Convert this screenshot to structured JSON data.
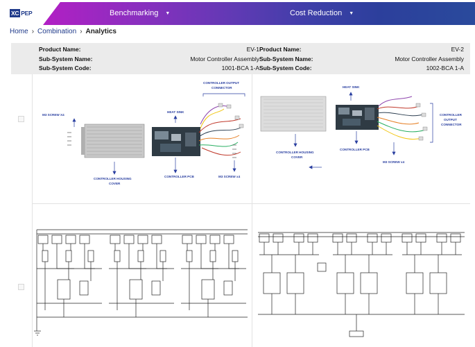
{
  "app": {
    "logo_text_a": "XC",
    "logo_text_b": "PEP",
    "nav": [
      {
        "label": "Benchmarking"
      },
      {
        "label": "Cost Reduction"
      }
    ],
    "caret_glyph": "▼"
  },
  "breadcrumb": {
    "items": [
      "Home",
      "Combination",
      "Analytics"
    ],
    "separator": "›"
  },
  "products": [
    {
      "product_name_label": "Product Name:",
      "product_name": "EV-1",
      "subsystem_name_label": "Sub-System Name:",
      "subsystem_name": "Motor Controller Assembly",
      "subsystem_code_label": "Sub-System Code:",
      "subsystem_code": "1001-BCA 1-A"
    },
    {
      "product_name_label": "Product Name:",
      "product_name": "EV-2",
      "subsystem_name_label": "Sub-System Name:",
      "subsystem_name": "Motor Controller Assembly",
      "subsystem_code_label": "Sub-System Code:",
      "subsystem_code": "1002-BCA 1-A"
    }
  ],
  "exploded_view_1": {
    "labels": {
      "screw": "M3 SCREW X4",
      "output_a": "CONTROLLER OUTPUT",
      "output_b": "CONNECTOR",
      "heat_sink": "HEAT SINK",
      "housing_a": "CONTROLLER HOUSING",
      "housing_b": "COVER",
      "pcb": "CONTROLLER PCB",
      "screw_b": "M3 SCREW x4"
    }
  },
  "exploded_view_2": {
    "labels": {
      "heat_sink": "HEAT SINK",
      "output_a": "CONTROLLER",
      "output_b": "OUTPUT",
      "output_c": "CONNECTOR",
      "housing_a": "CONTROLLER HOUSING",
      "housing_b": "COVER",
      "pcb": "CONTROLLER PCB",
      "screw": "M3 SCREW x4"
    }
  },
  "colors": {
    "annotation": "#2a3fa0",
    "nav_gradient_start": "#b21fc4",
    "nav_gradient_end": "#2a4a9c",
    "info_band": "#ebebeb"
  }
}
